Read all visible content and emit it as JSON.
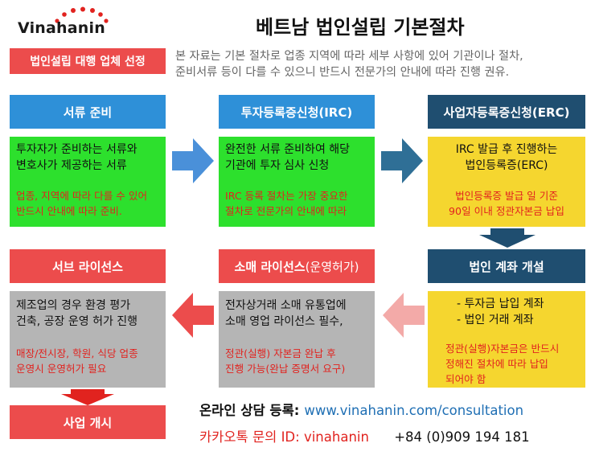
{
  "logo": {
    "text": "Vinahanin"
  },
  "title": "베트남 법인설립 기본절차",
  "select_box": "법인설립 대행 업체 선정",
  "intro": "본 자료는 기본 절차로 업종 지역에 따라 세부 사항에 있어 기관이나 절차,\n준비서류 등이 다를 수 있으니 반드시 전문가의 안내에 따라 진행 권유.",
  "steps": {
    "documents": {
      "title": "서류 준비",
      "main": "투자자가  준비하는 서류와\n변호사가 제공하는 서류",
      "note": "업종, 지역에 따라 다를 수 있어\n반드시 안내에 따라 준비."
    },
    "irc": {
      "title": "투자등록증신청(IRC)",
      "main": "완전한 서류 준비하여 해당\n기관에 투자 심사 신청",
      "note": "IRC 등록 절차는 가장 중요한\n절차로 전문가의 안내에 따라"
    },
    "erc": {
      "title": "사업자등록증신청(ERC)",
      "main": "IRC 발급 후 진행하는\n법인등록증(ERC)",
      "note": "법인등록증 발급 일 기준\n90일 이내 정관자본금 납입"
    },
    "bank": {
      "title": "법인 계좌 개설",
      "main": "- 투자금 납입 계좌\n- 법인 거래 계좌",
      "note": "정관(실행)자본금은 반드시\n정해진 절차에 따라 납입\n되어야 함"
    },
    "retail": {
      "title_main": "소매 라이선스",
      "title_sub": "(운영허가)",
      "main": "전자상거래 소매 유통업에\n소매 영업 라이선스 필수,",
      "note": "정관(실행) 자본금 완납 후\n진행 가능(완납 증명서 요구)"
    },
    "sub_license": {
      "title": "서브 라이선스",
      "main": "제조업의 경우 환경 평가\n건축, 공장  운영 허가 진행",
      "note": "매장/전시장, 학원, 식당 업종\n운영시 운영허가 필요"
    }
  },
  "final": "사업 개시",
  "contact": {
    "consult_label": "온라인 상담 등록:",
    "consult_url": "www.vinahanin.com/consultation",
    "kakao_label": "카카오톡 문의 ID:",
    "kakao_id": "vinahanin",
    "phone": "+84 (0)909 194 181"
  },
  "colors": {
    "red": "#ec4c4c",
    "blue": "#2e90d8",
    "navy": "#1f4e70",
    "green": "#2de02d",
    "yellow": "#f5d62f",
    "gray": "#b5b5b5",
    "note_red": "#e1231f",
    "link_blue": "#1f6fb4"
  }
}
